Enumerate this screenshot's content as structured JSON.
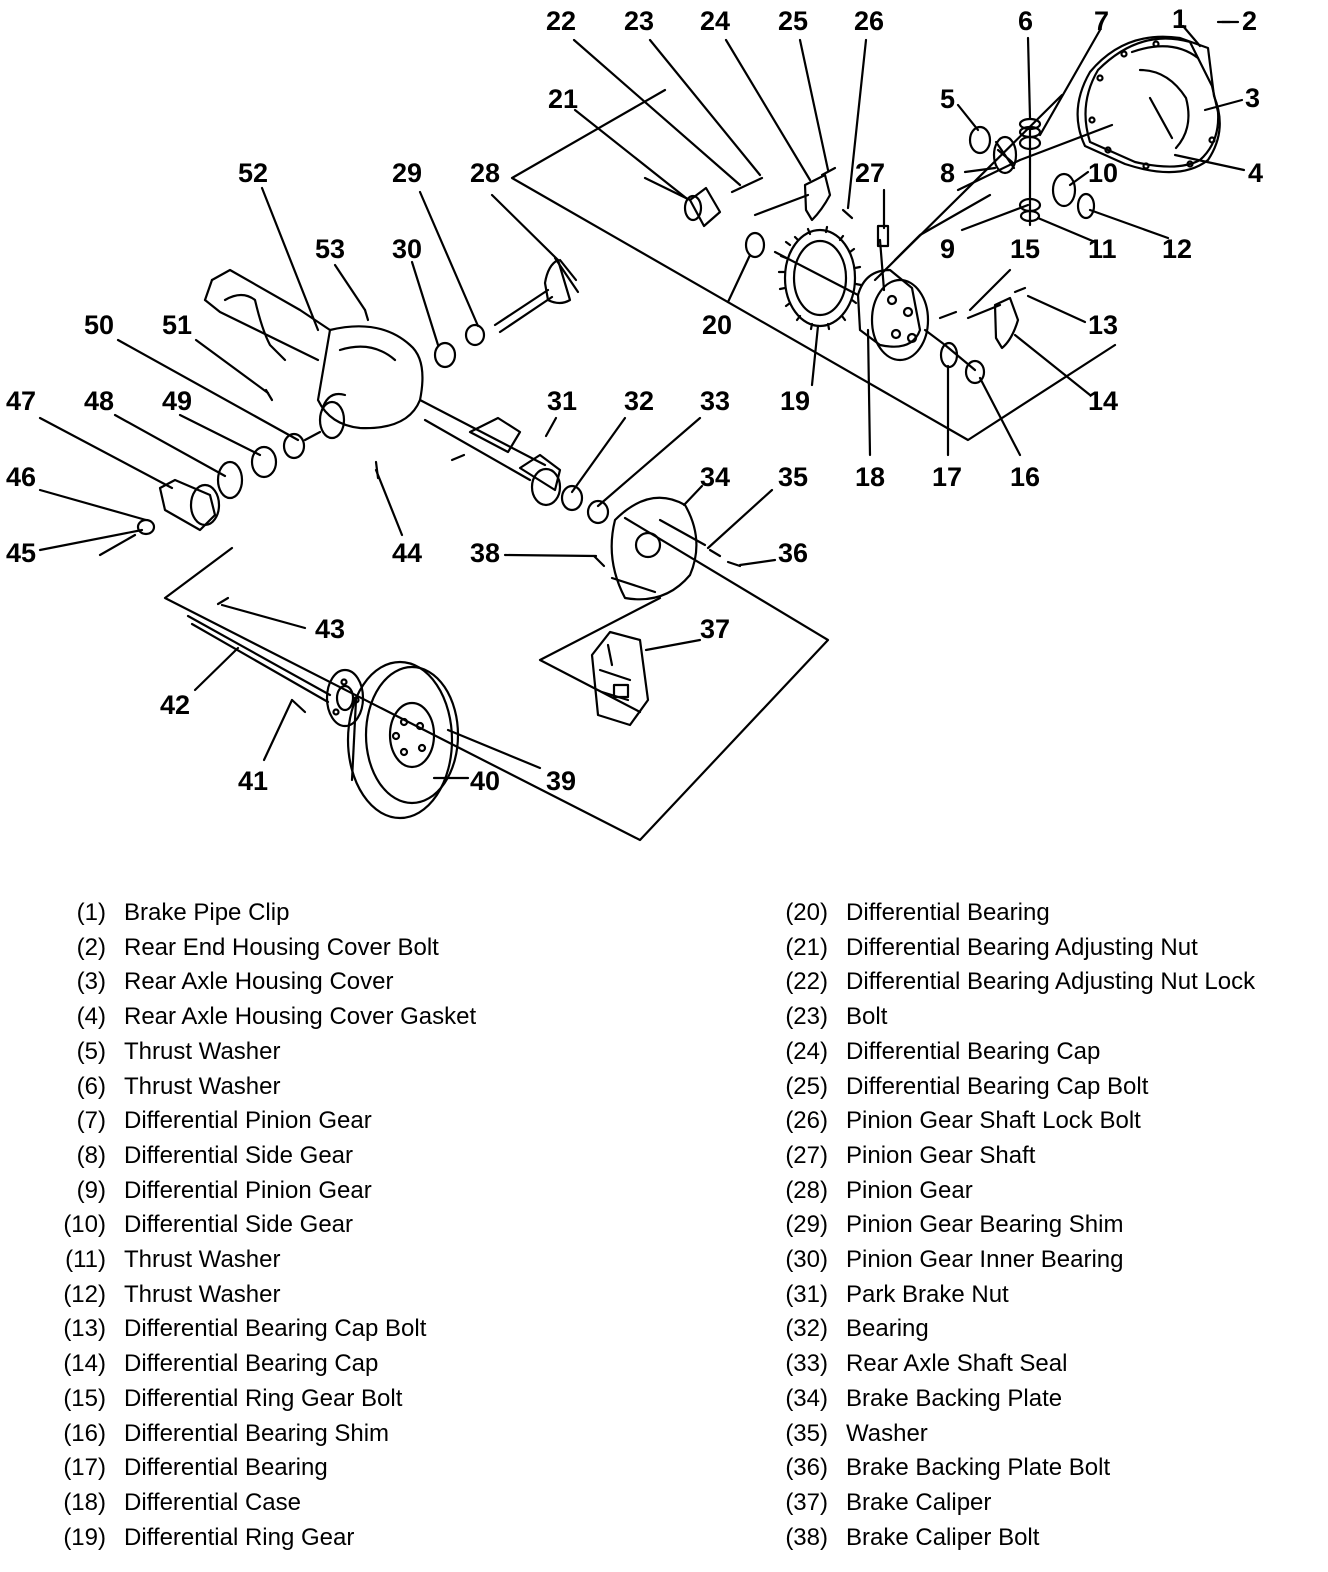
{
  "diagram": {
    "callouts": [
      "1",
      "2",
      "3",
      "4",
      "5",
      "6",
      "7",
      "8",
      "9",
      "10",
      "11",
      "12",
      "13",
      "14",
      "15",
      "16",
      "17",
      "18",
      "19",
      "20",
      "21",
      "22",
      "23",
      "24",
      "25",
      "26",
      "27",
      "28",
      "29",
      "30",
      "31",
      "32",
      "33",
      "34",
      "35",
      "36",
      "37",
      "38",
      "39",
      "40",
      "41",
      "42",
      "43",
      "44",
      "45",
      "46",
      "47",
      "48",
      "49",
      "50",
      "51",
      "52",
      "53"
    ]
  },
  "legend": {
    "left": [
      {
        "num": "(1)",
        "name": "Brake Pipe Clip"
      },
      {
        "num": "(2)",
        "name": "Rear End Housing Cover Bolt"
      },
      {
        "num": "(3)",
        "name": "Rear Axle Housing Cover"
      },
      {
        "num": "(4)",
        "name": "Rear Axle Housing Cover Gasket"
      },
      {
        "num": "(5)",
        "name": "Thrust Washer"
      },
      {
        "num": "(6)",
        "name": "Thrust Washer"
      },
      {
        "num": "(7)",
        "name": "Differential Pinion Gear"
      },
      {
        "num": "(8)",
        "name": "Differential Side Gear"
      },
      {
        "num": "(9)",
        "name": "Differential Pinion Gear"
      },
      {
        "num": "(10)",
        "name": "Differential Side Gear"
      },
      {
        "num": "(11)",
        "name": "Thrust Washer"
      },
      {
        "num": "(12)",
        "name": "Thrust Washer"
      },
      {
        "num": "(13)",
        "name": "Differential Bearing Cap Bolt"
      },
      {
        "num": "(14)",
        "name": "Differential Bearing Cap"
      },
      {
        "num": "(15)",
        "name": "Differential Ring Gear Bolt"
      },
      {
        "num": "(16)",
        "name": "Differential Bearing Shim"
      },
      {
        "num": "(17)",
        "name": "Differential Bearing"
      },
      {
        "num": "(18)",
        "name": "Differential Case"
      },
      {
        "num": "(19)",
        "name": "Differential Ring Gear"
      }
    ],
    "right": [
      {
        "num": "(20)",
        "name": "Differential Bearing"
      },
      {
        "num": "(21)",
        "name": "Differential Bearing Adjusting Nut"
      },
      {
        "num": "(22)",
        "name": "Differential Bearing Adjusting Nut Lock"
      },
      {
        "num": "(23)",
        "name": "Bolt"
      },
      {
        "num": "(24)",
        "name": "Differential Bearing Cap"
      },
      {
        "num": "(25)",
        "name": "Differential Bearing Cap Bolt"
      },
      {
        "num": "(26)",
        "name": "Pinion Gear Shaft Lock Bolt"
      },
      {
        "num": "(27)",
        "name": "Pinion Gear Shaft"
      },
      {
        "num": "(28)",
        "name": "Pinion Gear"
      },
      {
        "num": "(29)",
        "name": "Pinion Gear Bearing Shim"
      },
      {
        "num": "(30)",
        "name": "Pinion Gear Inner Bearing"
      },
      {
        "num": "(31)",
        "name": "Park Brake Nut"
      },
      {
        "num": "(32)",
        "name": "Bearing"
      },
      {
        "num": "(33)",
        "name": "Rear Axle Shaft Seal"
      },
      {
        "num": "(34)",
        "name": "Brake Backing Plate"
      },
      {
        "num": "(35)",
        "name": "Washer"
      },
      {
        "num": "(36)",
        "name": "Brake Backing Plate Bolt"
      },
      {
        "num": "(37)",
        "name": "Brake Caliper"
      },
      {
        "num": "(38)",
        "name": "Brake Caliper Bolt"
      }
    ]
  }
}
